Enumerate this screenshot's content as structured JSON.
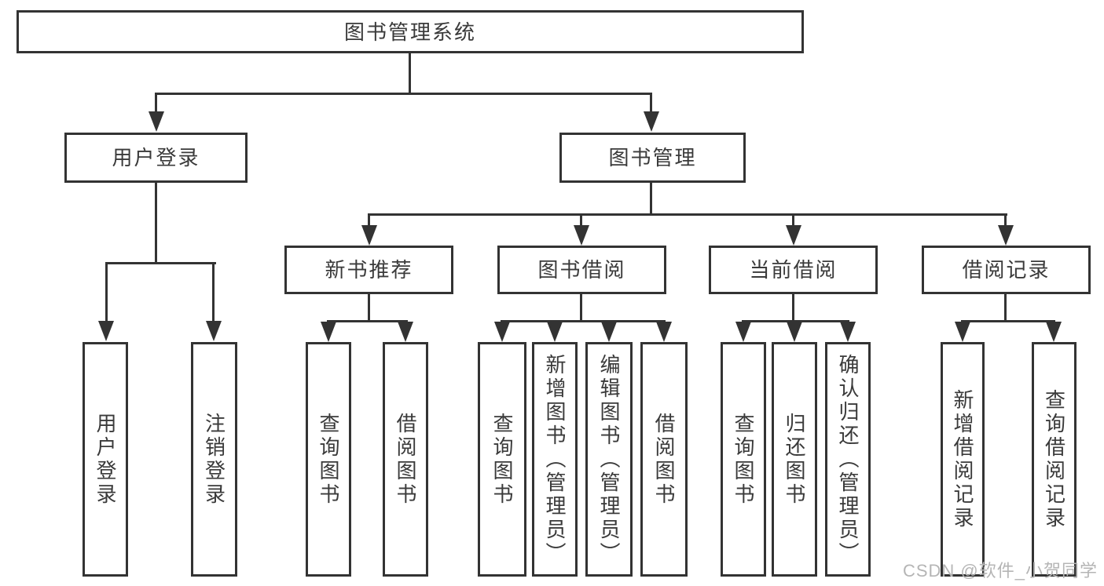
{
  "page": {
    "background": "#ffffff",
    "watermark": {
      "text": "CSDN @软件_小贺同学",
      "color": "#b5b5b5"
    }
  },
  "diagram": {
    "type": "hierarchy-tree",
    "line_color": "#333333",
    "box_border_color": "#333333",
    "text_color": "#3a3a3a",
    "tree": {
      "label": "图书管理系统",
      "children": [
        {
          "label": "用户登录",
          "children": [
            {
              "label": "用户登录"
            },
            {
              "label": "注销登录"
            }
          ]
        },
        {
          "label": "图书管理",
          "children": [
            {
              "label": "新书推荐",
              "children": [
                {
                  "label": "查询图书"
                },
                {
                  "label": "借阅图书"
                }
              ]
            },
            {
              "label": "图书借阅",
              "children": [
                {
                  "label": "查询图书"
                },
                {
                  "label": "新增图书（管理员）"
                },
                {
                  "label": "编辑图书（管理员）"
                },
                {
                  "label": "借阅图书"
                }
              ]
            },
            {
              "label": "当前借阅",
              "children": [
                {
                  "label": "查询图书"
                },
                {
                  "label": "归还图书"
                },
                {
                  "label": "确认归还（管理员）"
                }
              ]
            },
            {
              "label": "借阅记录",
              "children": [
                {
                  "label": "新增借阅记录"
                },
                {
                  "label": "查询借阅记录"
                }
              ]
            }
          ]
        }
      ]
    }
  }
}
